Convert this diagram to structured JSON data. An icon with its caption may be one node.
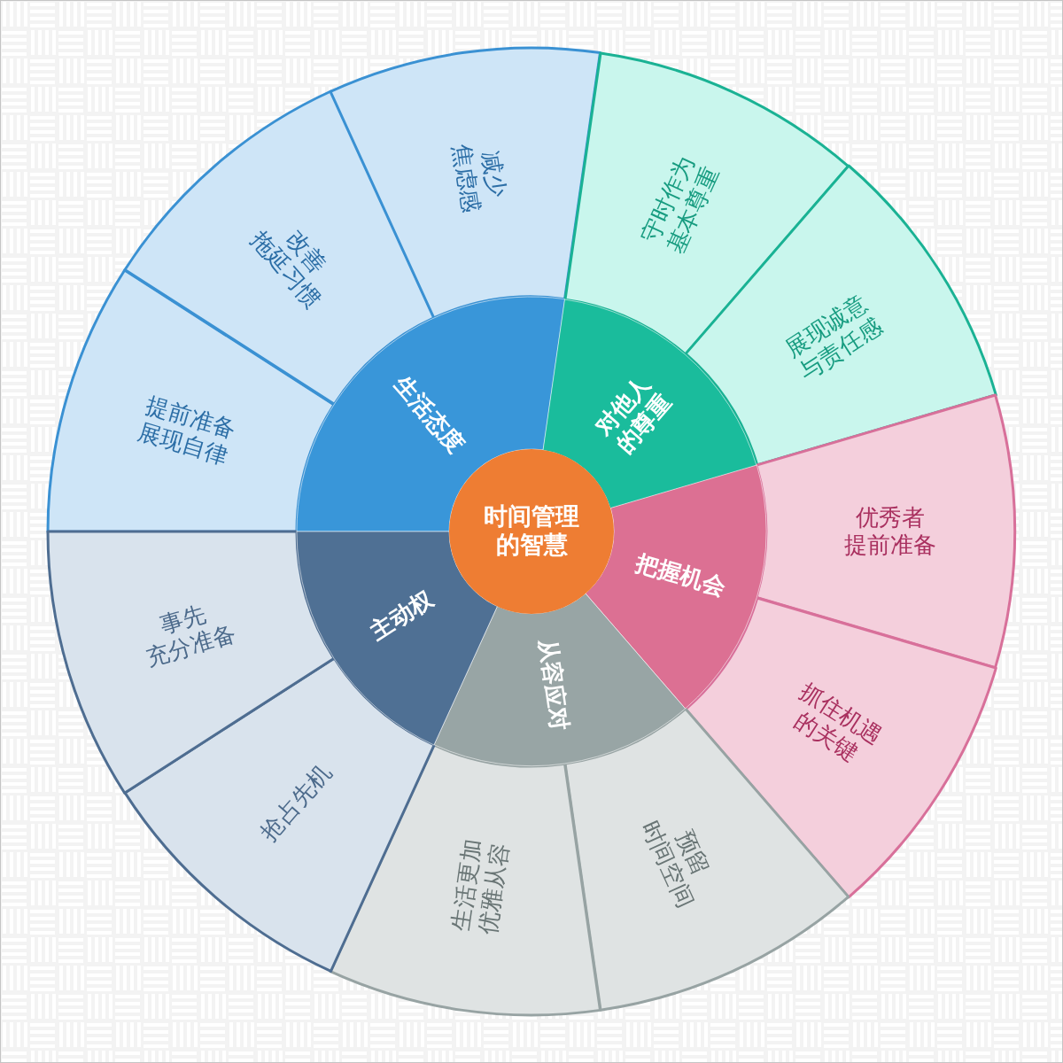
{
  "diagram": {
    "nodes": [
      {
        "text": [
          "时间管理的智慧"
        ]
      },
      {
        "text": [
          "生活态度"
        ]
      },
      {
        "text": [
          "提前准备展现自律"
        ]
      },
      {
        "text": [
          "改善拖延习惯"
        ]
      },
      {
        "text": [
          "减少焦虑感"
        ]
      },
      {
        "text": [
          "对他人的尊重"
        ]
      },
      {
        "text": [
          "守时作为基本尊重"
        ]
      },
      {
        "text": [
          "展现诚意与责任感"
        ]
      },
      {
        "text": [
          "把握机会"
        ]
      },
      {
        "text": [
          "优秀者提前准备"
        ]
      },
      {
        "text": [
          "抓住机遇的关键"
        ]
      },
      {
        "text": [
          "从容应对"
        ]
      },
      {
        "text": [
          "预留时间空间"
        ]
      },
      {
        "text": [
          "生活更加优雅从容"
        ]
      },
      {
        "text": [
          "主动权"
        ]
      },
      {
        "text": [
          "抢占先机"
        ]
      },
      {
        "text": [
          "事先充分准备"
        ]
      }
    ]
  }
}
